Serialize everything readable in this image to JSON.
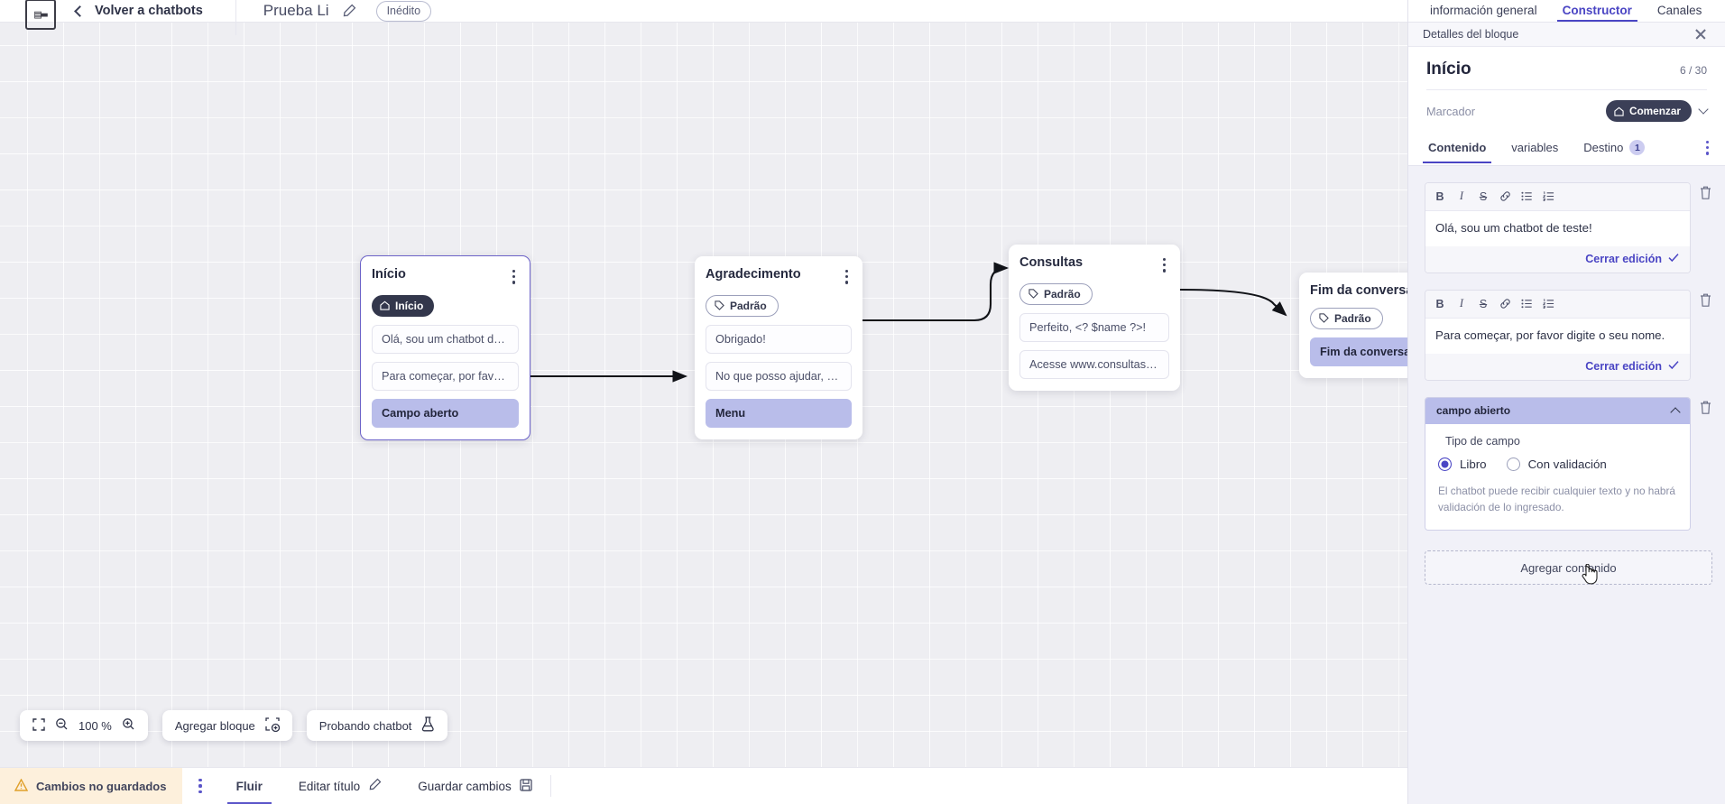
{
  "topbar": {
    "logo_name": "app-logo",
    "back_label": "Volver a chatbots",
    "bot_name": "Prueba Li",
    "status_badge": "Inédito"
  },
  "canvas": {
    "nodes": [
      {
        "id": "inicio",
        "title": "Início",
        "tag": "Início",
        "tag_type": "start",
        "selected": true,
        "messages": [
          {
            "text": "Olá, sou um chatbot de teste!",
            "selected": false
          },
          {
            "text": "Para começar, por favor digite o ...",
            "selected": false
          },
          {
            "text": "Campo aberto",
            "selected": true
          }
        ]
      },
      {
        "id": "agradecimento",
        "title": "Agradecimento",
        "tag": "Padrão",
        "tag_type": "default",
        "selected": false,
        "messages": [
          {
            "text": "Obrigado!",
            "selected": false
          },
          {
            "text": "No que posso ajudar, <? $name ...",
            "selected": false
          },
          {
            "text": "Menu",
            "selected": true
          }
        ]
      },
      {
        "id": "consultas",
        "title": "Consultas",
        "tag": "Padrão",
        "tag_type": "default",
        "selected": false,
        "messages": [
          {
            "text": "Perfeito, <? $name ?>!",
            "selected": false
          },
          {
            "text": "Acesse www.consultas.com par...",
            "selected": false
          }
        ]
      },
      {
        "id": "fim",
        "title": "Fim da conversa",
        "tag": "Padrão",
        "tag_type": "default",
        "selected": false,
        "messages": [
          {
            "text": "Fim da conversa",
            "selected": true
          }
        ]
      }
    ]
  },
  "float_tools": {
    "fit_icon": "fit-screen-icon",
    "zoom_out_icon": "zoom-out-icon",
    "zoom_level": "100 %",
    "zoom_in_icon": "zoom-in-icon",
    "add_block_label": "Agregar bloque",
    "add_block_icon": "add-block-icon",
    "test_bot_label": "Probando chatbot",
    "test_bot_icon": "flask-icon"
  },
  "statusbar": {
    "unsaved_label": "Cambios no guardados",
    "warning_icon": "warning-icon",
    "kebab_icon": "more-options-icon",
    "flow_tab": "Fluir",
    "edit_title_label": "Editar título",
    "edit_title_icon": "pencil-icon",
    "save_label": "Guardar cambios",
    "save_icon": "save-disk-icon"
  },
  "right_panel": {
    "tabs": [
      {
        "label": "información general",
        "active": false
      },
      {
        "label": "Constructor",
        "active": true
      },
      {
        "label": "Canales",
        "active": false
      }
    ],
    "header_title": "Detalles del bloque",
    "close_icon": "close-icon",
    "block_title": "Início",
    "block_count": "6 / 30",
    "marker_label": "Marcador",
    "marker_pill": "Comenzar",
    "marker_pill_icon": "home-icon",
    "marker_chevron_icon": "chevron-down-icon",
    "sub_tabs": [
      {
        "label": "Contenido",
        "active": true,
        "badge": null
      },
      {
        "label": "variables",
        "active": false,
        "badge": null
      },
      {
        "label": "Destino",
        "active": false,
        "badge": "1"
      }
    ],
    "sub_tabs_kebab_icon": "more-options-icon",
    "editor_toolbar": [
      {
        "icon": "bold-icon",
        "glyph": "B"
      },
      {
        "icon": "italic-icon",
        "glyph": "I"
      },
      {
        "icon": "strikethrough-icon",
        "glyph": "S"
      },
      {
        "icon": "link-icon",
        "glyph": "∞"
      },
      {
        "icon": "bullet-list-icon",
        "glyph": "☰"
      },
      {
        "icon": "numbered-list-icon",
        "glyph": "≡"
      }
    ],
    "editors": [
      {
        "text": "Olá, sou um chatbot de teste!",
        "close_label": "Cerrar edición",
        "check_icon": "check-icon",
        "delete_icon": "trash-icon"
      },
      {
        "text": "Para começar, por favor digite o seu nome.",
        "close_label": "Cerrar edición",
        "check_icon": "check-icon",
        "delete_icon": "trash-icon"
      }
    ],
    "field_card": {
      "header": "campo abierto",
      "collapse_icon": "chevron-up-icon",
      "delete_icon": "trash-icon",
      "type_label": "Tipo de campo",
      "options": [
        {
          "label": "Libro",
          "selected": true
        },
        {
          "label": "Con validación",
          "selected": false
        }
      ],
      "hint": "El chatbot puede recibir cualquier texto y no habrá validación de lo ingresado."
    },
    "add_content_label": "Agregar contenido"
  },
  "colors": {
    "accent": "#4a45c4",
    "selected_msg": "#b9bdea",
    "dark_pill": "#3b3f57",
    "warning_bg": "#fdf0dc"
  }
}
